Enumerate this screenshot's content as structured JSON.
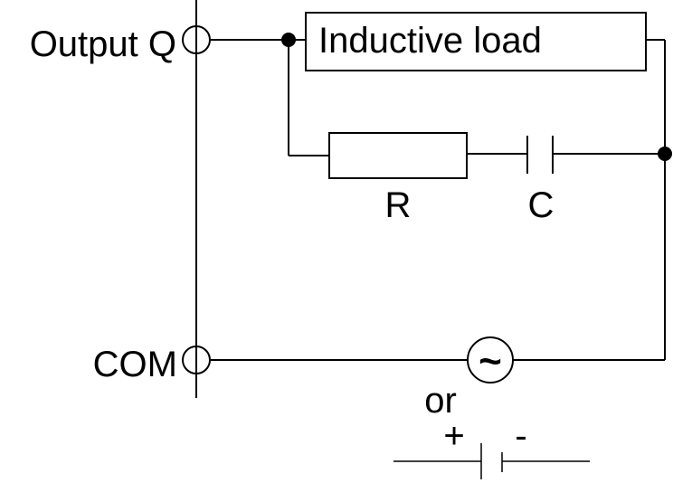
{
  "labels": {
    "output": "Output Q",
    "com": "COM",
    "load": "Inductive load",
    "resistor": "R",
    "capacitor": "C",
    "or": "or",
    "plus": "+",
    "minus": "-",
    "ac_symbol": "~"
  }
}
